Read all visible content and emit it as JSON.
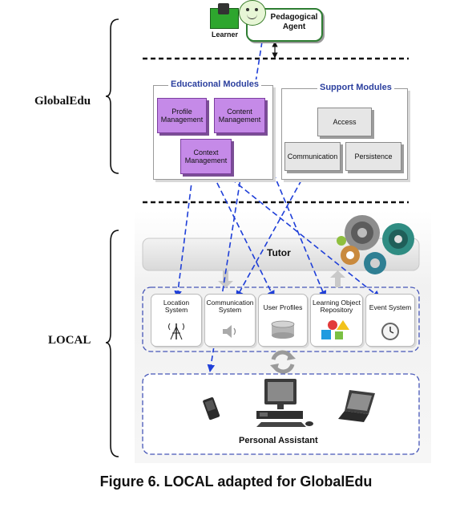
{
  "top": {
    "learner": "Learner",
    "pedagogical_agent": "Pedagogical Agent"
  },
  "side_labels": {
    "globaledu": "GlobalEdu",
    "local": "LOCAL"
  },
  "educational_modules": {
    "title": "Educational Modules",
    "profile": "Profile Management",
    "content": "Content Management",
    "context": "Context Management"
  },
  "support_modules": {
    "title": "Support Modules",
    "access": "Access",
    "communication": "Communication",
    "persistence": "Persistence"
  },
  "tutor": "Tutor",
  "services": {
    "location": "Location System",
    "communication": "Communication System",
    "user_profiles": "User Profiles",
    "learning_object": "Learning Object Repository",
    "event": "Event System"
  },
  "personal_assistant": "Personal Assistant",
  "caption": "Figure 6. LOCAL adapted for GlobalEdu",
  "colors": {
    "arrow": "#1f3fd8",
    "module_purple": "#c58ae8",
    "title_blue": "#2b3f9e"
  }
}
